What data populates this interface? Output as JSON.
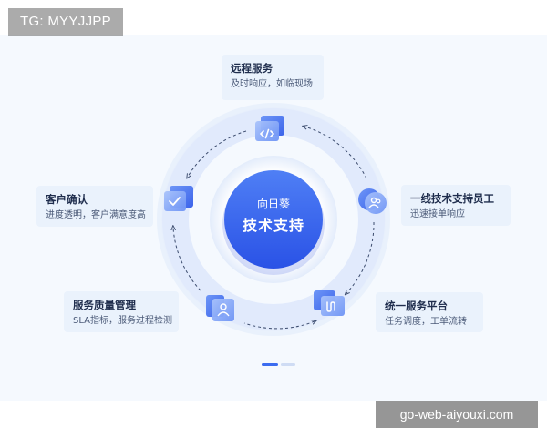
{
  "watermarks": {
    "top_left": "TG: MYYJJPP",
    "bottom_right": "go-web-aiyouxi.com"
  },
  "center": {
    "subtitle": "向日葵",
    "title": "技术支持"
  },
  "cards": [
    {
      "title": "远程服务",
      "desc": "及时响应，如临现场"
    },
    {
      "title": "一线技术支持员工",
      "desc": "迅速接单响应"
    },
    {
      "title": "统一服务平台",
      "desc": "任务调度，工单流转"
    },
    {
      "title": "服务质量管理",
      "desc": "SLA指标，服务过程检测"
    },
    {
      "title": "客户确认",
      "desc": "进度透明，客户满意度高"
    }
  ],
  "icons": [
    "code-icon",
    "users-icon",
    "workflow-icon",
    "user-profile-icon",
    "checkmark-icon"
  ],
  "colors": {
    "accent": "#3b6cf0",
    "accent_dark": "#2a4fe0",
    "background": "#f5f9fe",
    "card": "#eaf2fc"
  },
  "pager": {
    "active_index": 0,
    "count": 2
  }
}
